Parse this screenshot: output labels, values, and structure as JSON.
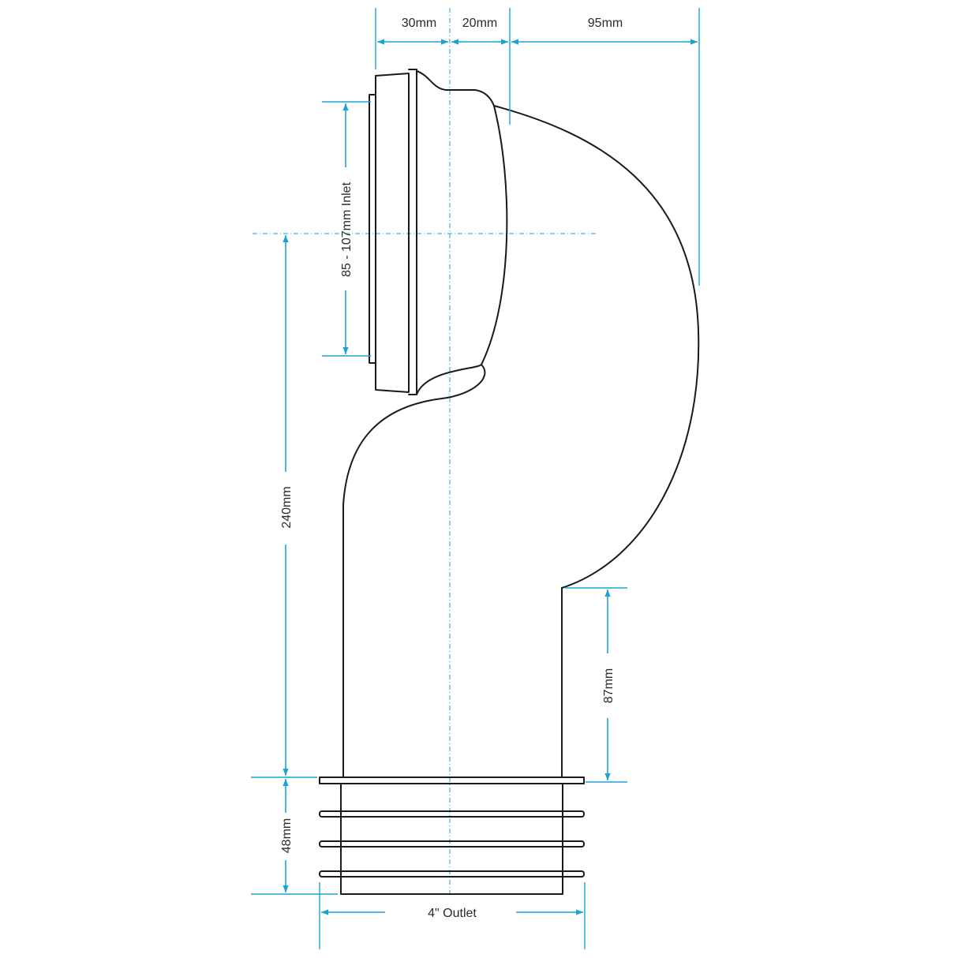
{
  "dimensions": {
    "top_left": "30mm",
    "top_mid": "20mm",
    "top_right": "95mm",
    "inlet": "85 - 107mm Inlet",
    "height_total": "240mm",
    "outlet_spigot": "87mm",
    "ring_depth": "48mm",
    "outlet": "4\" Outlet"
  },
  "colors": {
    "dimension_lines": "#1aa3d9",
    "outline": "#1a1a1a"
  }
}
